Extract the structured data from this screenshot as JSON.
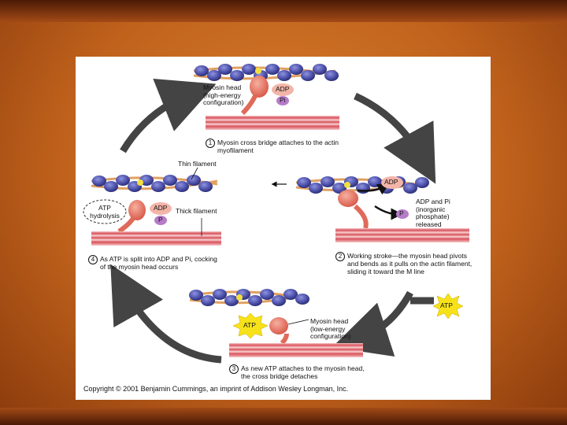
{
  "labels": {
    "myosin_head_top": "Myosin head\n(high-energy\nconfiguration)",
    "adp_top": "ADP",
    "pi_top": "Pi",
    "thin_filament": "Thin filament",
    "adp_left": "ADP",
    "p_left": "P",
    "thick_filament": "Thick filament",
    "atp_hydrolysis": "ATP\nhydrolysis",
    "adp_right": "ADP",
    "p_right": "P",
    "adp_pi_released": "ADP and Pi\n(inorganic\nphosphate)\nreleased",
    "atp_right": "ATP",
    "atp_bottom": "ATP",
    "myosin_head_bottom": "Myosin head\n(low-energy\nconfiguration)"
  },
  "steps": [
    {
      "number": "1",
      "text": "Myosin cross bridge attaches to the actin\nmyofilament"
    },
    {
      "number": "2",
      "text": "Working stroke—the myosin head pivots\nand bends as it pulls on the actin filament,\nsliding it toward the M line"
    },
    {
      "number": "3",
      "text": "As new ATP attaches to the myosin head,\nthe cross bridge detaches"
    },
    {
      "number": "4",
      "text": "As ATP is split into ADP and Pi, cocking\nof the myosin head occurs"
    }
  ],
  "copyright": "Copyright © 2001 Benjamin Cummings, an imprint of Addison Wesley Longman, Inc.",
  "colors": {
    "background": "#c96a22",
    "actin": "#4b4fa8",
    "tropomyosin": "#e0a060",
    "myosin": "#e06a5a",
    "thick_filament": "#d9505a",
    "cycle_arrow": "#444444",
    "atp_star": "#f7e21a"
  }
}
